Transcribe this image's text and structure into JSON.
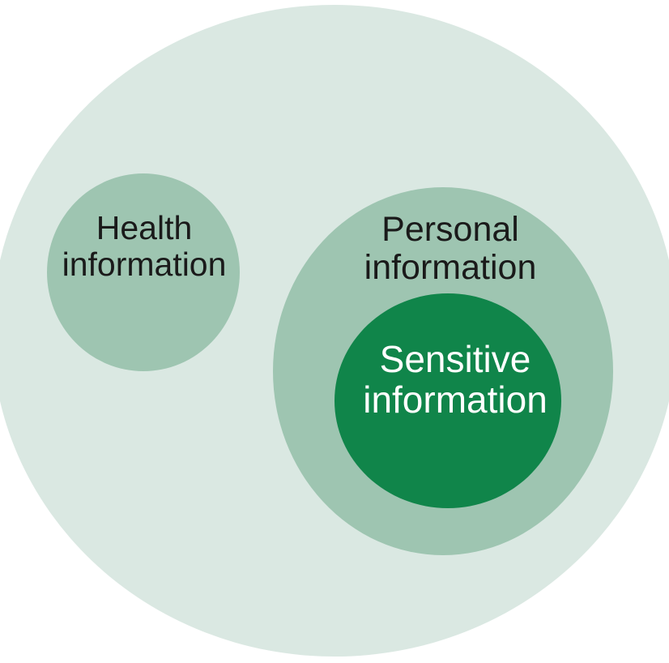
{
  "diagram": {
    "type": "nested-venn",
    "colors": {
      "background": "#ffffff",
      "outer_circle": "#dae8e2",
      "mid_circle": "#9ec5b1",
      "dark_circle": "#10854a",
      "dark_text": "#1a1a1a",
      "light_text": "#ffffff"
    },
    "labels": {
      "health": {
        "line1": "Health",
        "line2": "information"
      },
      "personal": {
        "line1": "Personal",
        "line2": "information"
      },
      "sensitive": {
        "line1": "Sensitive",
        "line2": "information"
      }
    }
  }
}
